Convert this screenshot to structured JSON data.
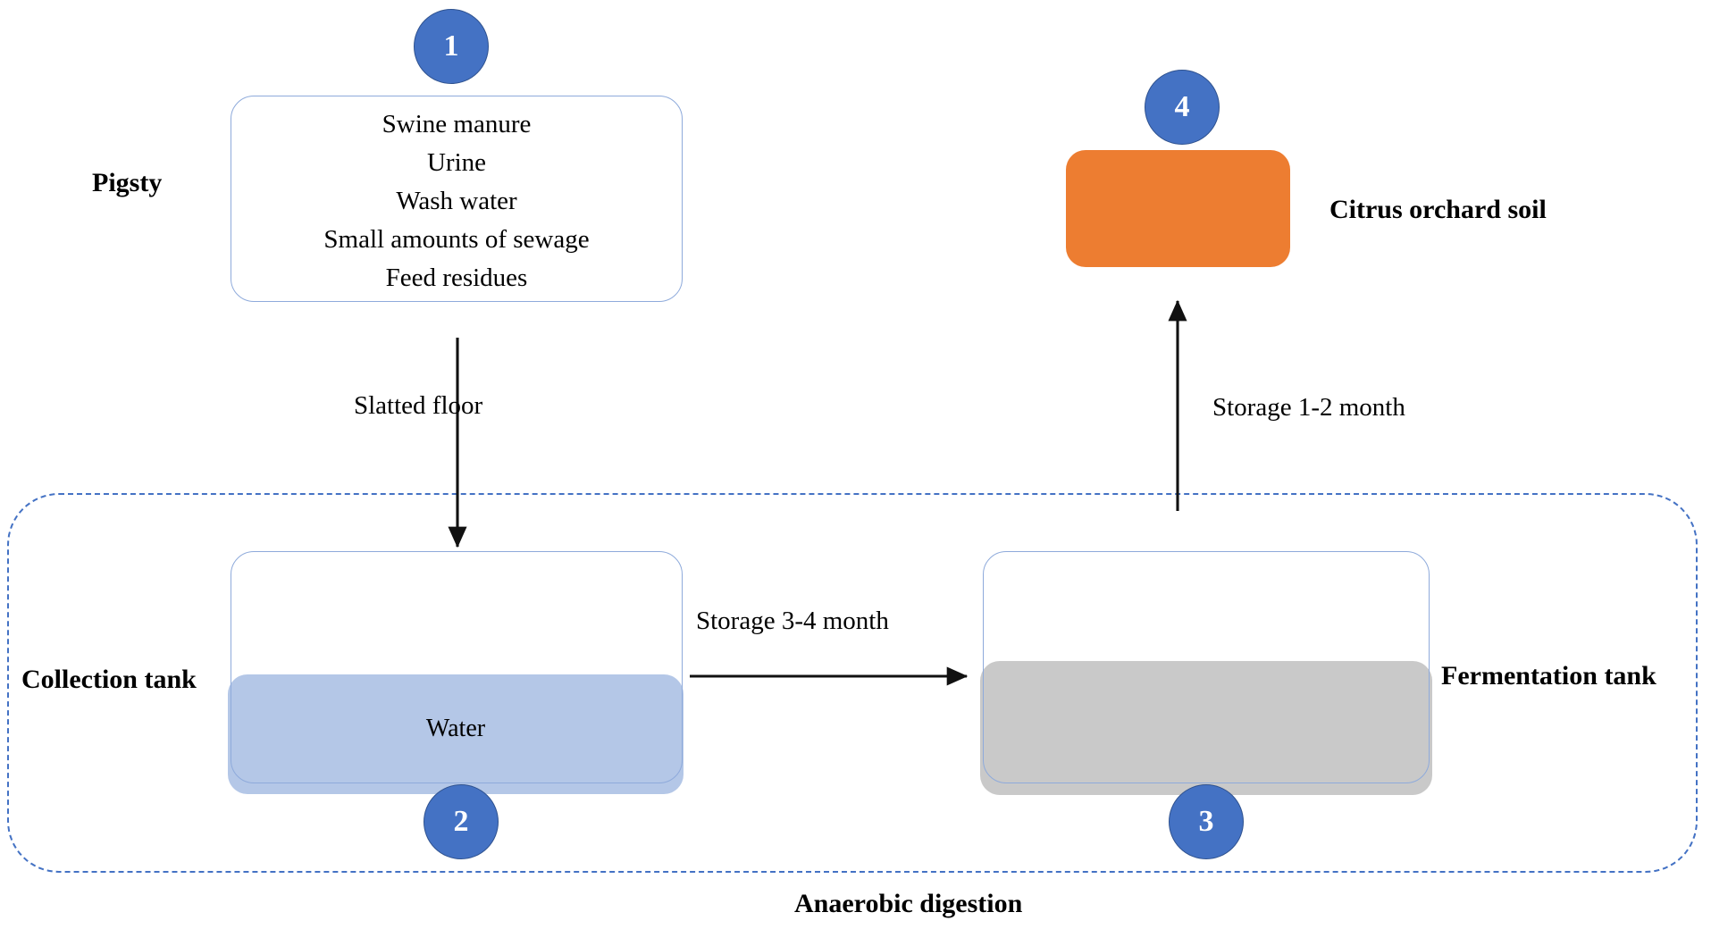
{
  "diagram": {
    "title": "Swine manure anaerobic digestion and land application flow",
    "colors": {
      "step_circle_fill": "#4472C4",
      "step_circle_stroke": "#2F528F",
      "citrus_soil_fill": "#ED7D31",
      "water_fill": "#B4C7E7",
      "sludge_fill": "#C9C9C9",
      "box_outline": "#8EAADB",
      "dashed_boundary": "#4472C4",
      "arrow": "#000000",
      "text": "#000000"
    }
  },
  "steps": {
    "one": "1",
    "two": "2",
    "three": "3",
    "four": "4"
  },
  "pigsty": {
    "label": "Pigsty",
    "contents": [
      "Swine manure",
      "Urine",
      "Wash water",
      "Small amounts of sewage",
      "Feed residues"
    ]
  },
  "collection_tank": {
    "label": "Collection tank",
    "fill_label": "Water"
  },
  "fermentation_tank": {
    "label": "Fermentation tank",
    "fill_label": ""
  },
  "citrus_soil": {
    "label": "Citrus orchard soil"
  },
  "boundary": {
    "label": "Anaerobic digestion"
  },
  "arrows": {
    "pigsty_to_collection": "Slatted floor",
    "collection_to_fermentation": "Storage 3-4 month",
    "fermentation_to_soil": "Storage 1-2 month"
  }
}
